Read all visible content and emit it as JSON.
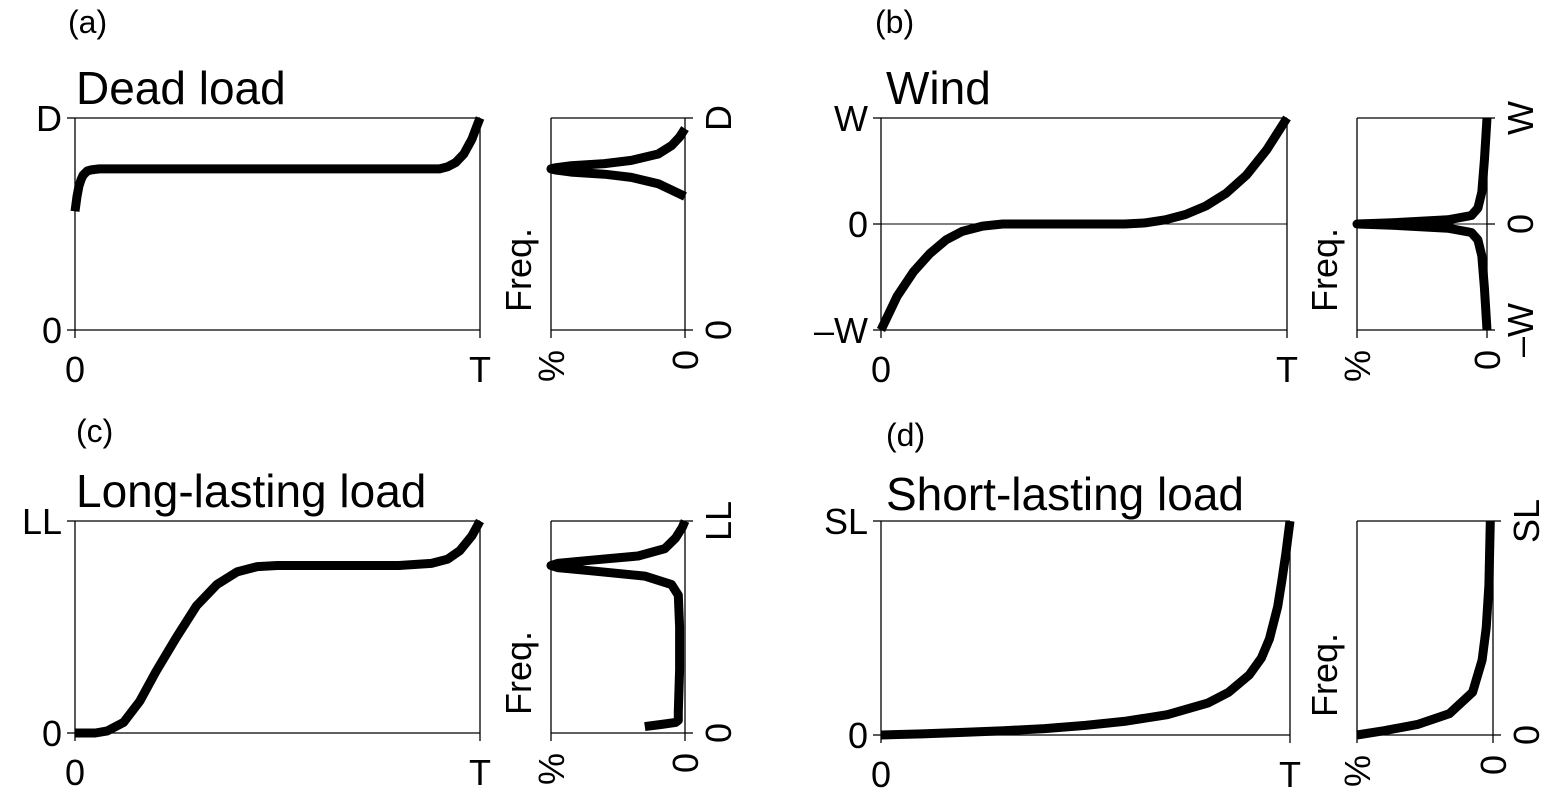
{
  "chart_data": [
    {
      "type": "line",
      "panel": "(a)",
      "title": "Dead load",
      "xlabel": "",
      "ylabel": "",
      "xlim": [
        0,
        1
      ],
      "ylim": [
        0,
        1
      ],
      "x_ticks": [
        {
          "value": 0,
          "label": "0"
        },
        {
          "value": 1,
          "label": "T"
        }
      ],
      "y_ticks": [
        {
          "value": 0,
          "label": "0"
        },
        {
          "value": 1,
          "label": "D"
        }
      ],
      "zero_line": false,
      "series": [
        {
          "x": [
            0,
            0.005,
            0.01,
            0.015,
            0.02,
            0.03,
            0.04,
            0.06,
            0.08,
            0.1,
            0.3,
            0.5,
            0.7,
            0.9,
            0.92,
            0.94,
            0.96,
            0.98,
            0.99,
            1.0
          ],
          "values": [
            0.56,
            0.63,
            0.68,
            0.71,
            0.73,
            0.75,
            0.755,
            0.76,
            0.76,
            0.76,
            0.76,
            0.76,
            0.76,
            0.76,
            0.77,
            0.79,
            0.83,
            0.9,
            0.95,
            1.0
          ]
        }
      ],
      "freq": {
        "label": "Freq.",
        "xlabel_left": "%",
        "xlabel_right": "0",
        "y_ticks": [
          {
            "value": 0,
            "label": "0"
          },
          {
            "value": 1,
            "label": "D"
          }
        ],
        "y": [
          0.63,
          0.66,
          0.69,
          0.72,
          0.735,
          0.745,
          0.755,
          0.76,
          0.765,
          0.775,
          0.785,
          0.8,
          0.83,
          0.87,
          0.91,
          0.95
        ],
        "values": [
          0.0,
          0.1,
          0.2,
          0.4,
          0.6,
          0.85,
          0.97,
          1.0,
          0.97,
          0.85,
          0.6,
          0.4,
          0.2,
          0.1,
          0.04,
          0.0
        ]
      }
    },
    {
      "type": "line",
      "panel": "(b)",
      "title": "Wind",
      "xlabel": "",
      "ylabel": "",
      "xlim": [
        0,
        1
      ],
      "ylim": [
        -1,
        1
      ],
      "x_ticks": [
        {
          "value": 0,
          "label": "0"
        },
        {
          "value": 1,
          "label": "T"
        }
      ],
      "y_ticks": [
        {
          "value": -1,
          "label": "–W"
        },
        {
          "value": 0,
          "label": "0"
        },
        {
          "value": 1,
          "label": "W"
        }
      ],
      "zero_line": true,
      "series": [
        {
          "x": [
            0,
            0.04,
            0.08,
            0.12,
            0.16,
            0.2,
            0.25,
            0.3,
            0.4,
            0.5,
            0.6,
            0.65,
            0.7,
            0.75,
            0.8,
            0.85,
            0.9,
            0.95,
            1.0
          ],
          "values": [
            -1.0,
            -0.68,
            -0.45,
            -0.28,
            -0.15,
            -0.07,
            -0.02,
            0.0,
            0.0,
            0.0,
            0.0,
            0.01,
            0.04,
            0.09,
            0.17,
            0.29,
            0.46,
            0.7,
            1.0
          ]
        }
      ],
      "freq": {
        "label": "Freq.",
        "xlabel_left": "%",
        "xlabel_right": "0",
        "y_ticks": [
          {
            "value": -1,
            "label": "–W"
          },
          {
            "value": 0,
            "label": "0"
          },
          {
            "value": 1,
            "label": "W"
          }
        ],
        "y": [
          -1.0,
          -0.6,
          -0.3,
          -0.15,
          -0.08,
          -0.04,
          -0.01,
          0.0,
          0.01,
          0.04,
          0.08,
          0.15,
          0.3,
          0.6,
          1.0
        ],
        "values": [
          0.0,
          0.02,
          0.04,
          0.07,
          0.12,
          0.3,
          0.75,
          1.0,
          0.75,
          0.3,
          0.12,
          0.07,
          0.04,
          0.02,
          0.0
        ]
      }
    },
    {
      "type": "line",
      "panel": "(c)",
      "title": "Long-lasting load",
      "xlabel": "",
      "ylabel": "",
      "xlim": [
        0,
        1
      ],
      "ylim": [
        0,
        1
      ],
      "x_ticks": [
        {
          "value": 0,
          "label": "0"
        },
        {
          "value": 1,
          "label": "T"
        }
      ],
      "y_ticks": [
        {
          "value": 0,
          "label": "0"
        },
        {
          "value": 1,
          "label": "LL"
        }
      ],
      "zero_line": false,
      "series": [
        {
          "x": [
            0,
            0.05,
            0.08,
            0.12,
            0.16,
            0.2,
            0.25,
            0.3,
            0.35,
            0.4,
            0.45,
            0.5,
            0.6,
            0.7,
            0.8,
            0.88,
            0.92,
            0.95,
            0.98,
            1.0
          ],
          "values": [
            0.0,
            0.0,
            0.01,
            0.05,
            0.15,
            0.29,
            0.45,
            0.6,
            0.7,
            0.76,
            0.785,
            0.79,
            0.79,
            0.79,
            0.79,
            0.8,
            0.82,
            0.86,
            0.93,
            1.0
          ]
        }
      ],
      "freq": {
        "label": "Freq.",
        "xlabel_left": "%",
        "xlabel_right": "0",
        "y_ticks": [
          {
            "value": 0,
            "label": "0"
          },
          {
            "value": 1,
            "label": "LL"
          }
        ],
        "y": [
          0.03,
          0.04,
          0.05,
          0.06,
          0.1,
          0.3,
          0.5,
          0.65,
          0.7,
          0.74,
          0.765,
          0.78,
          0.79,
          0.8,
          0.815,
          0.835,
          0.87,
          0.92,
          0.97,
          1.0
        ],
        "values": [
          0.3,
          0.18,
          0.07,
          0.05,
          0.05,
          0.04,
          0.04,
          0.05,
          0.1,
          0.3,
          0.7,
          0.95,
          1.0,
          0.95,
          0.7,
          0.35,
          0.15,
          0.07,
          0.02,
          0.0
        ]
      }
    },
    {
      "type": "line",
      "panel": "(d)",
      "title": "Short-lasting load",
      "xlabel": "",
      "ylabel": "",
      "xlim": [
        0,
        1
      ],
      "ylim": [
        0,
        1
      ],
      "x_ticks": [
        {
          "value": 0,
          "label": "0"
        },
        {
          "value": 1,
          "label": "T"
        }
      ],
      "y_ticks": [
        {
          "value": 0,
          "label": "0"
        },
        {
          "value": 1,
          "label": "SL"
        }
      ],
      "zero_line": false,
      "series": [
        {
          "x": [
            0,
            0.1,
            0.2,
            0.3,
            0.4,
            0.5,
            0.6,
            0.7,
            0.8,
            0.85,
            0.9,
            0.93,
            0.95,
            0.97,
            0.98,
            0.99,
            1.0
          ],
          "values": [
            0.0,
            0.005,
            0.012,
            0.02,
            0.03,
            0.045,
            0.065,
            0.095,
            0.15,
            0.2,
            0.28,
            0.36,
            0.45,
            0.6,
            0.72,
            0.85,
            1.0
          ]
        }
      ],
      "freq": {
        "label": "Freq.",
        "xlabel_left": "%",
        "xlabel_right": "0",
        "y_ticks": [
          {
            "value": 0,
            "label": "0"
          },
          {
            "value": 1,
            "label": "SL"
          }
        ],
        "y": [
          0.0,
          0.02,
          0.05,
          0.1,
          0.2,
          0.35,
          0.5,
          0.7,
          1.0
        ],
        "values": [
          1.0,
          0.8,
          0.55,
          0.32,
          0.15,
          0.08,
          0.05,
          0.03,
          0.02
        ]
      }
    }
  ]
}
